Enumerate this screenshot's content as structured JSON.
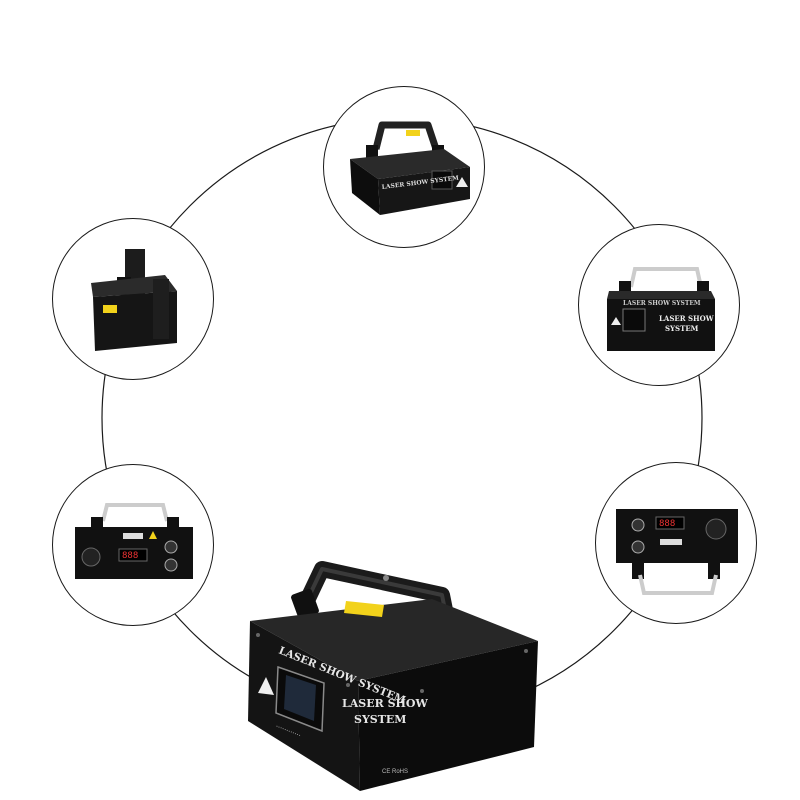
{
  "product": {
    "main_panel_text": "LASER SHOW SYSTEM",
    "main_label_line1": "LASER SHOW",
    "main_label_line2": "SYSTEM",
    "main_ce_mark": "CE RoHS",
    "top_view_text": "LASER SHOW SYSTEM",
    "right_view_text": "LASER SHOW SYSTEM",
    "right_label_line1": "LASER SHOW",
    "right_label_line2": "SYSTEM",
    "display_digits": "888"
  },
  "colors": {
    "housing": "#121212",
    "warning_label": "#f2d21b",
    "outline": "#1a1a1a"
  },
  "views": [
    {
      "id": "top",
      "icon": "laser-projector-front-angle"
    },
    {
      "id": "left-side",
      "icon": "laser-projector-side"
    },
    {
      "id": "right-front",
      "icon": "laser-projector-front"
    },
    {
      "id": "left-rear",
      "icon": "laser-projector-rear-panel"
    },
    {
      "id": "right-rear",
      "icon": "laser-projector-rear-panel-angled"
    }
  ]
}
